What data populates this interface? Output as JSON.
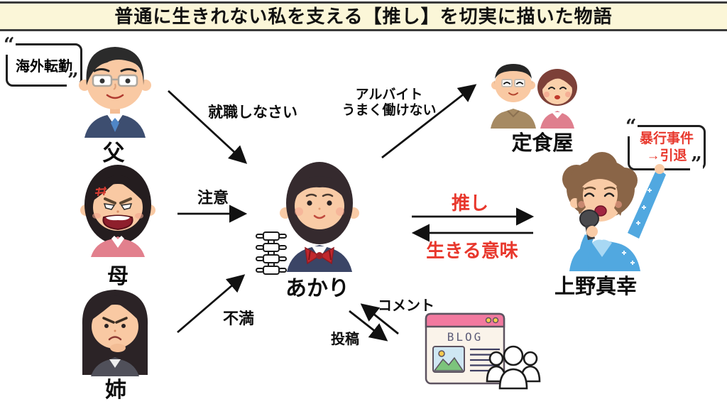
{
  "title": "普通に生きれない私を支える【推し】を切実に描いた物語",
  "quotes": {
    "open": "“",
    "close": "”"
  },
  "nodes": {
    "father": {
      "label": "父",
      "bubble": "海外転勤"
    },
    "mother": {
      "label": "母"
    },
    "sister": {
      "label": "姉"
    },
    "akari": {
      "label": "あかり"
    },
    "restaurant": {
      "label": "定食屋"
    },
    "idol": {
      "label": "上野真幸",
      "bubble_line1": "暴行事件",
      "bubble_line2": "→引退"
    },
    "blog": {
      "label": "BLOG"
    }
  },
  "edges": {
    "father_to_akari": "就職しなさい",
    "mother_to_akari": "注意",
    "sister_to_akari": "不満",
    "akari_to_restaurant_line1": "アルバイト",
    "akari_to_restaurant_line2": "うまく働けない",
    "akari_to_idol": "推し",
    "idol_to_akari": "生きる意味",
    "blog_to_akari": "コメント",
    "akari_to_blog": "投稿"
  },
  "colors": {
    "title_bg": "#FBF6D8",
    "accent_red": "#E8382D",
    "blog_header_pink": "#F2799F"
  }
}
